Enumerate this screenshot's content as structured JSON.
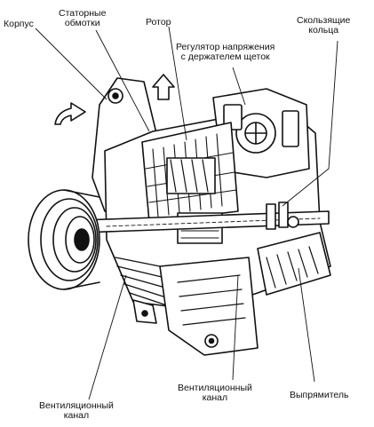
{
  "labels": {
    "housing": [
      "Корпус"
    ],
    "stator_windings": [
      "Статорные",
      "обмотки"
    ],
    "rotor": [
      "Ротор"
    ],
    "slip_rings": [
      "Скользящие",
      "кольца"
    ],
    "voltage_regulator": [
      "Регулятор напряжения",
      "с держателем щеток"
    ],
    "vent_channel_left": [
      "Вентиляционный",
      "канал"
    ],
    "vent_channel_center": [
      "Вентиляционный",
      "канал"
    ],
    "rectifier": [
      "Выпрямитель"
    ]
  },
  "colors": {
    "ink": "#111111",
    "paper": "#ffffff",
    "shade": "#555555"
  }
}
